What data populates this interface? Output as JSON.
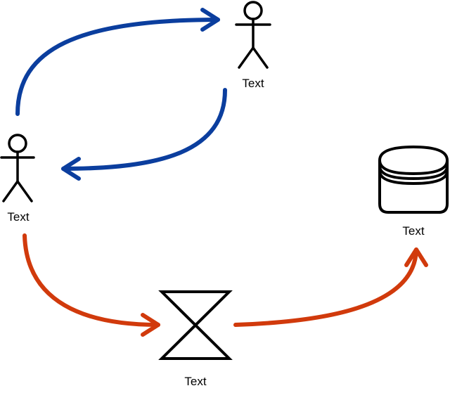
{
  "nodes": {
    "actor_top": {
      "label": "Text",
      "icon": "stick-figure-icon"
    },
    "actor_left": {
      "label": "Text",
      "icon": "stick-figure-icon"
    },
    "database": {
      "label": "Text",
      "icon": "database-icon"
    },
    "hourglass": {
      "label": "Text",
      "icon": "hourglass-icon"
    }
  },
  "colors": {
    "blue_arrow": "#0B3E9E",
    "red_arrow": "#D13A0C",
    "stroke": "#000000",
    "background": "#FFFFFF"
  },
  "edges": [
    {
      "from": "actor_left",
      "to": "actor_top",
      "color": "blue"
    },
    {
      "from": "actor_top",
      "to": "actor_left",
      "color": "blue"
    },
    {
      "from": "actor_left",
      "to": "hourglass",
      "color": "red"
    },
    {
      "from": "hourglass",
      "to": "database",
      "color": "red"
    }
  ]
}
